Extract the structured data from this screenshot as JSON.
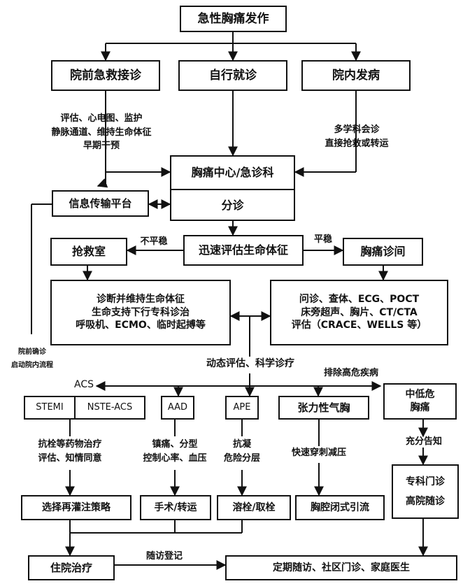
{
  "start": "急性胸痛发作",
  "entry_paths": {
    "prehospital": "院前急救接诊",
    "self": "自行就诊",
    "inhospital": "院内发病"
  },
  "prehospital_actions": [
    "评估、心电图、监护",
    "静脉通道、维持生命体征",
    "早期干预"
  ],
  "inhospital_actions": [
    "多学科会诊",
    "直接抢救或转运"
  ],
  "center": "胸痛中心/急诊科",
  "triage": "分诊",
  "info_platform": "信息传输平台",
  "side_note": [
    "院前确诊",
    "启动院内流程"
  ],
  "assess": "迅速评估生命体征",
  "unstable": "不平稳",
  "stable": "平稳",
  "rescue_room": "抢救室",
  "chest_clinic": "胸痛诊间",
  "rescue_detail": [
    "诊断并维持生命体征",
    "生命支持下行专科诊治",
    "呼吸机、ECMO、临时起搏等"
  ],
  "clinic_detail": [
    "问诊、查体、ECG、POCT",
    "床旁超声、胸片、CT/CTA",
    "评估（CRACE、WELLS 等）"
  ],
  "dynamic": "动态评估、科学诊疗",
  "acs": "ACS",
  "exclude": "排除高危疾病",
  "stemi": "STEMI",
  "nste_acs": "NSTE-ACS",
  "aad": "AAD",
  "ape": "APE",
  "pneumo": "张力性气胸",
  "lowrisk": [
    "中低危",
    "胸痛"
  ],
  "acs_action": [
    "抗栓等药物治疗",
    "评估、知情同意"
  ],
  "aad_action": [
    "镇痛、分型",
    "控制心率、血压"
  ],
  "ape_action": [
    "抗凝",
    "危险分层"
  ],
  "pneumo_action": "快速穿刺减压",
  "lowrisk_action": "充分告知",
  "acs_result": "选择再灌注策略",
  "aad_result": "手术/转运",
  "ape_result": "溶栓/取栓",
  "pneumo_result": "胸腔闭式引流",
  "lowrisk_result": [
    "专科门诊",
    "高院随诊"
  ],
  "hospital": "住院治疗",
  "followup_label": "随访登记",
  "followup": "定期随访、社区门诊、家庭医生"
}
